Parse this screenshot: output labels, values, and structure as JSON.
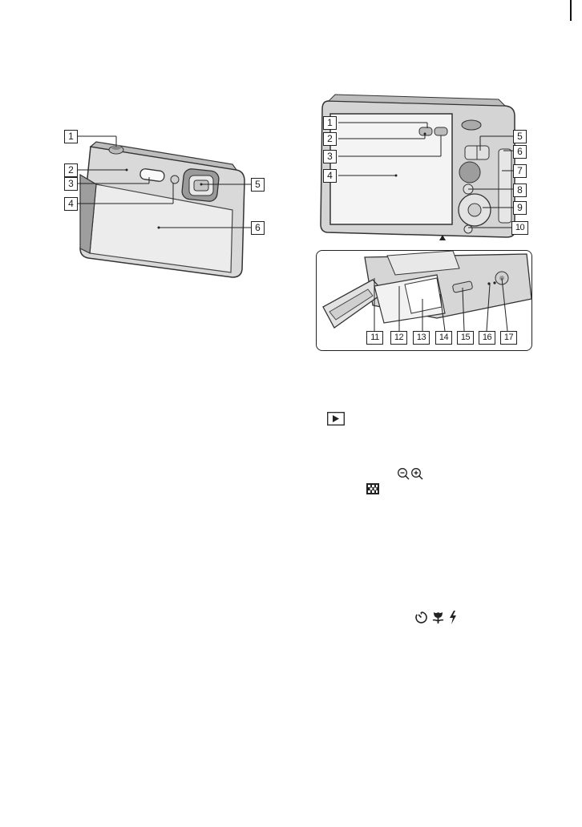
{
  "front_view": {
    "callouts": [
      "1",
      "2",
      "3",
      "4",
      "5",
      "6"
    ]
  },
  "back_view": {
    "callouts": [
      "1",
      "2",
      "3",
      "4",
      "5",
      "6",
      "7",
      "8",
      "9",
      "10"
    ]
  },
  "bottom_view": {
    "callouts": [
      "11",
      "12",
      "13",
      "14",
      "15",
      "16",
      "17"
    ]
  },
  "icons": {
    "playback": "play-icon",
    "zoom_out": "zoom-out-icon",
    "zoom_in": "zoom-in-icon",
    "index": "index-icon",
    "self_timer": "self-timer-icon",
    "macro": "macro-icon",
    "flash": "flash-icon"
  }
}
